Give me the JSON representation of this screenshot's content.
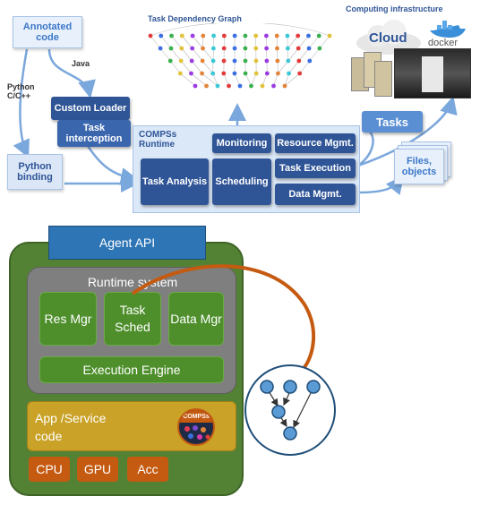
{
  "top": {
    "annotated_code": "Annotated code",
    "java_label": "Java",
    "python_label": "Python C/C++",
    "custom_loader": "Custom Loader",
    "task_interception": "Task interception",
    "python_binding": "Python binding",
    "task_graph_title": "Task Dependency Graph",
    "infra_title": "Computing infrastructure",
    "cloud_label": "Cloud",
    "docker_label": "docker",
    "tasks_label": "Tasks",
    "files_label": "Files, objects",
    "runtime_title": "COMPSs Runtime",
    "task_analysis": "Task Analysis",
    "monitoring": "Monitoring",
    "scheduling": "Scheduling",
    "resource_mgmt": "Resource Mgmt.",
    "task_execution": "Task Execution",
    "data_mgmt": "Data Mgmt."
  },
  "bottom": {
    "agent_api": "Agent API",
    "runtime_system": "Runtime system",
    "res_mgr": "Res Mgr",
    "task_sched": "Task Sched",
    "data_mgr": "Data Mgr",
    "execution_engine": "Execution Engine",
    "app_service_code": "App /Service code",
    "compss_badge": "COMPSs",
    "cpu": "CPU",
    "gpu": "GPU",
    "acc": "Acc"
  },
  "colors": {
    "dark_blue": "#2f5597",
    "agent_green": "#548235",
    "gold": "#c9a227",
    "orange": "#c55a11",
    "gray": "#7f7f7f"
  }
}
